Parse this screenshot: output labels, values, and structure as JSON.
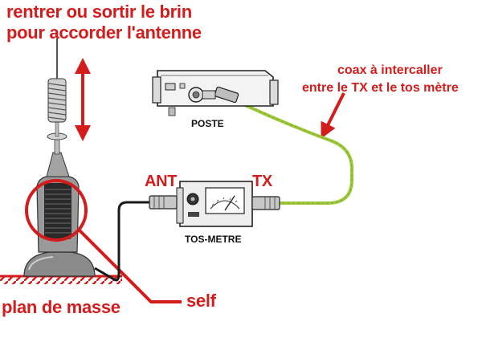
{
  "labels": {
    "tuning_line1": "rentrer ou sortir le brin",
    "tuning_line2": "pour accorder l'antenne",
    "coax_line1": "coax à intercaller",
    "coax_line2": "entre le TX et le tos mètre",
    "poste": "POSTE",
    "tos_metre": "TOS-METRE",
    "ant": "ANT",
    "tx": "TX",
    "plan_de_masse": "plan de masse",
    "self": "self"
  },
  "colors": {
    "annotation": "#d31c1c",
    "coax_green": "#9cc83a",
    "cable_black": "#1a1a1a",
    "device_outline": "#222222"
  }
}
